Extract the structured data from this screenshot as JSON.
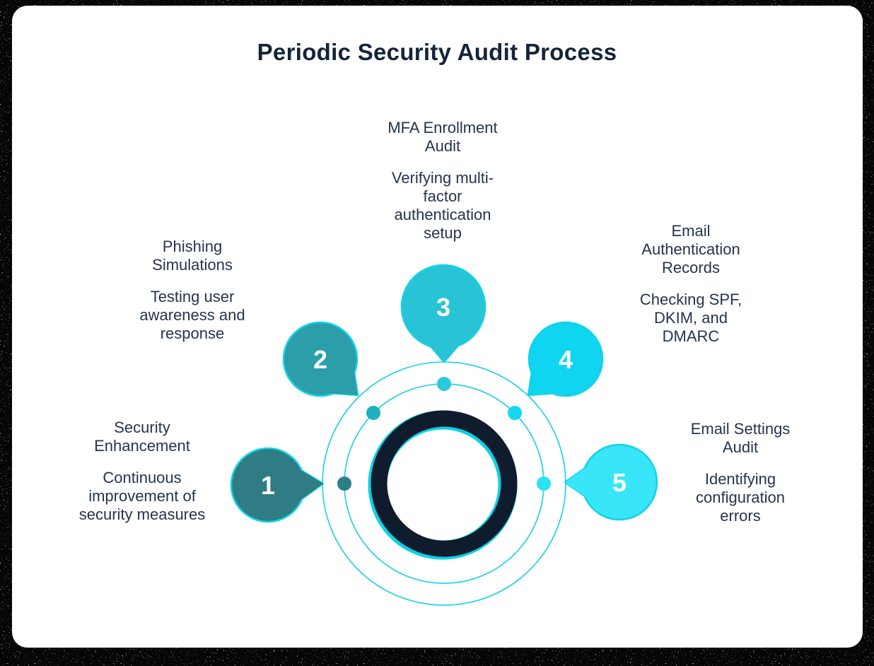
{
  "title": "Periodic Security Audit Process",
  "colors": {
    "background": "#ffffff",
    "frame": "#060606",
    "title_text": "#14243a",
    "label_text": "#25344e",
    "orbit_stroke": "#16d1e6",
    "bubble_outline": "#12d2e6",
    "center_ring": "#0e1c2d",
    "center_ring_glow": "#0ad2e8",
    "number_text": "#ffffff"
  },
  "steps": [
    {
      "number": "1",
      "heading": "Security\nEnhancement",
      "description": "Continuous\nimprovement of\nsecurity measures",
      "bubble_color": "#2f7c84",
      "dot_color": "#2a7f87"
    },
    {
      "number": "2",
      "heading": "Phishing\nSimulations",
      "description": "Testing user\nawareness and\nresponse",
      "bubble_color": "#2b9ea9",
      "dot_color": "#1fb0c2"
    },
    {
      "number": "3",
      "heading": "MFA Enrollment\nAudit",
      "description": "Verifying multi-\nfactor\nauthentication\nsetup",
      "bubble_color": "#29c3d6",
      "dot_color": "#2bc9dc"
    },
    {
      "number": "4",
      "heading": "Email\nAuthentication\nRecords",
      "description": "Checking SPF,\nDKIM, and\nDMARC",
      "bubble_color": "#10d5f0",
      "dot_color": "#12d8f2"
    },
    {
      "number": "5",
      "heading": "Email Settings\nAudit",
      "description": "Identifying\nconfiguration\nerrors",
      "bubble_color": "#39e5f8",
      "dot_color": "#2ce2f5"
    }
  ]
}
